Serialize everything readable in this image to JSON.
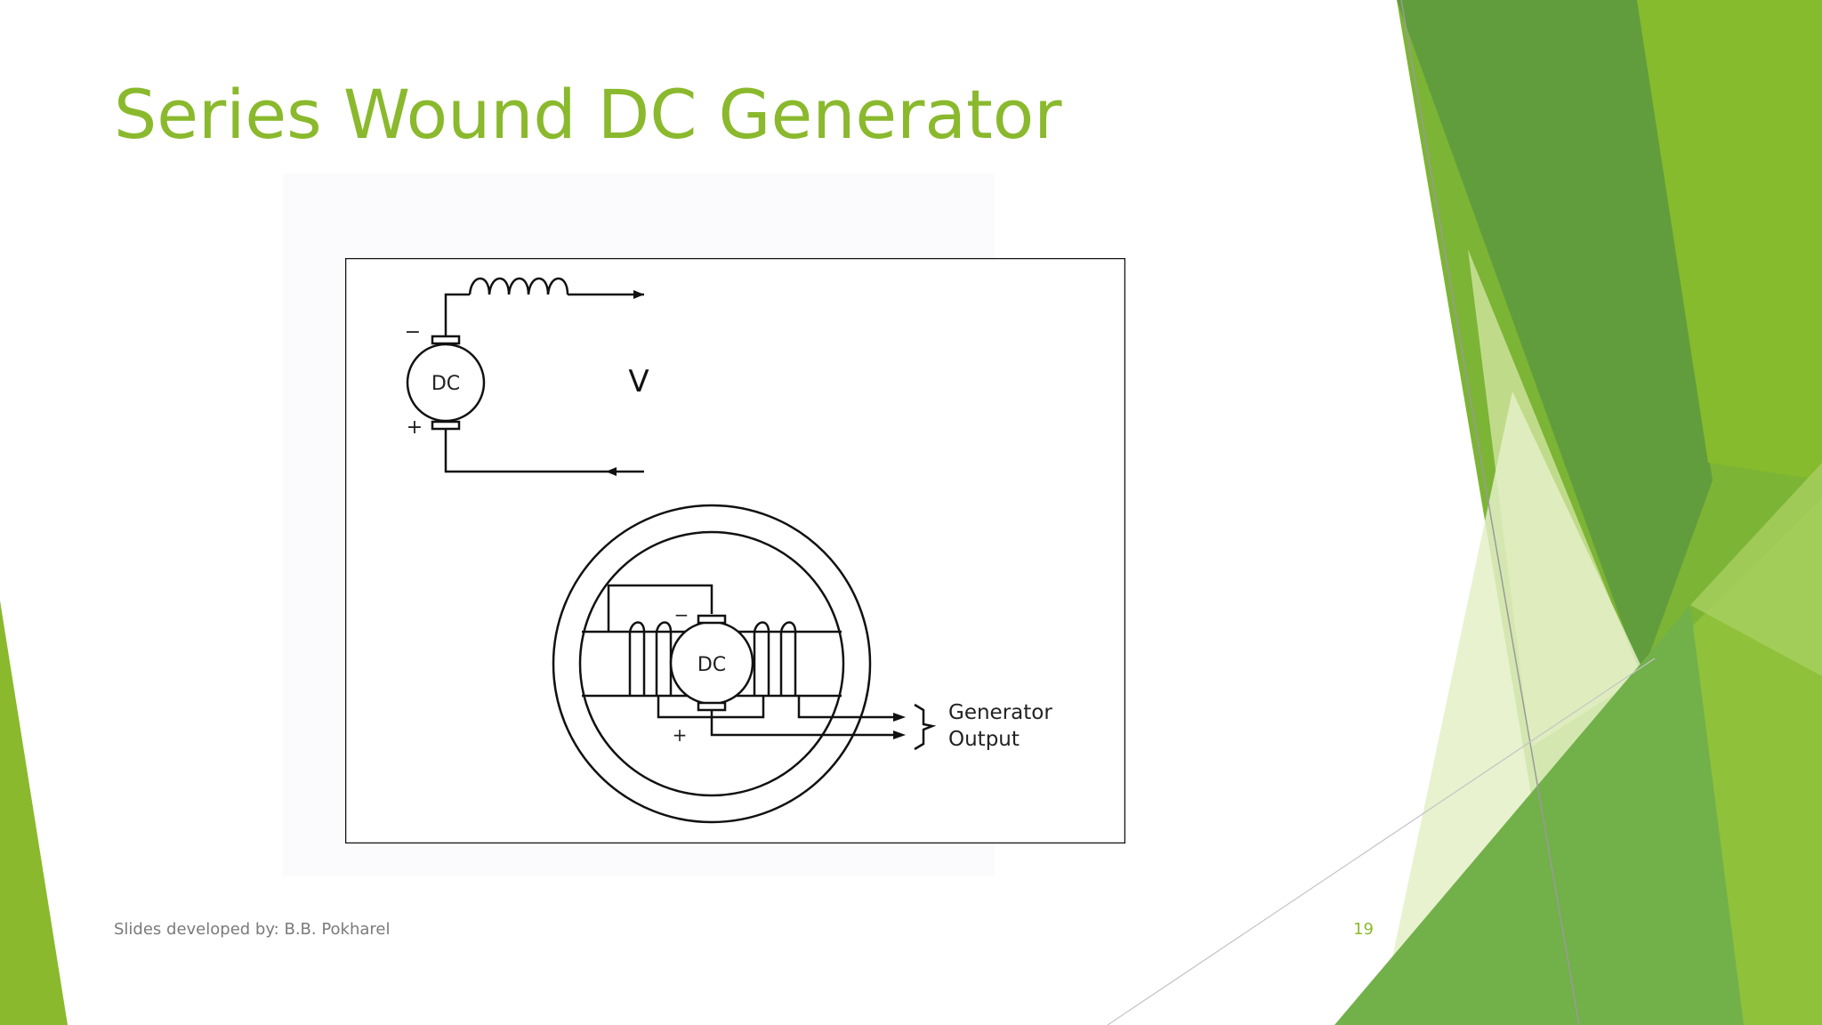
{
  "slide": {
    "title": "Series Wound DC Generator",
    "footer_credit": "Slides developed by: B.B. Pokharel",
    "page_number": "19"
  },
  "diagram": {
    "motor_label_top": "DC",
    "motor_label_bottom": "DC",
    "polarity_minus": "−",
    "polarity_plus": "+",
    "voltage_label": "V",
    "output_label_line1": "Generator",
    "output_label_line2": "Output"
  },
  "theme": {
    "accent": "#8ab92d",
    "dark_green": "#5f9f3a",
    "light_green": "#c8e08c"
  }
}
